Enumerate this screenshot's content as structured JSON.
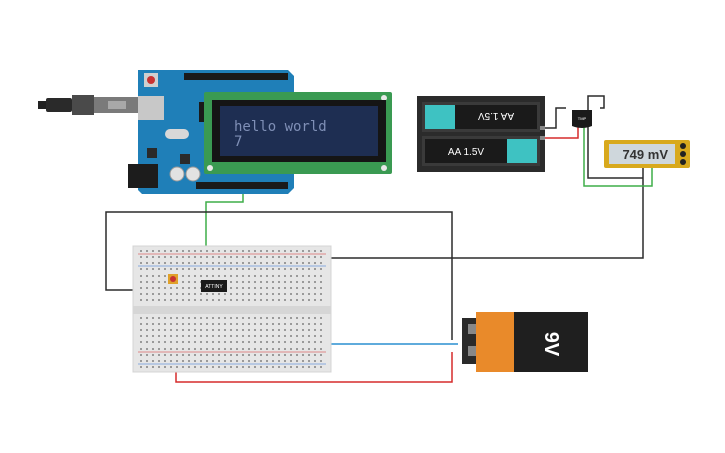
{
  "lcd": {
    "line1": "hello world",
    "line2": "7"
  },
  "multimeter": {
    "reading": "749 mV"
  },
  "aa_pack": {
    "top_label": "AA 1.5V",
    "bottom_label": "AA 1.5V"
  },
  "battery_9v": {
    "label": "9V"
  },
  "chip": {
    "label": "ATTINY"
  },
  "sensor": {
    "label": "TMP"
  },
  "colors": {
    "wire_red": "#d62b2b",
    "wire_black": "#2b2b2b",
    "wire_green": "#3fae49",
    "wire_blue": "#2a8fd0",
    "wire_yellow": "#e6c619",
    "arduino_blue": "#1f7fb8",
    "lcd_board": "#3a9a52",
    "lcd_screen": "#1e2e52",
    "aa_teal": "#3ec2c2",
    "nine_v_orange": "#e98a2a",
    "meter_gold": "#d8a91d"
  }
}
